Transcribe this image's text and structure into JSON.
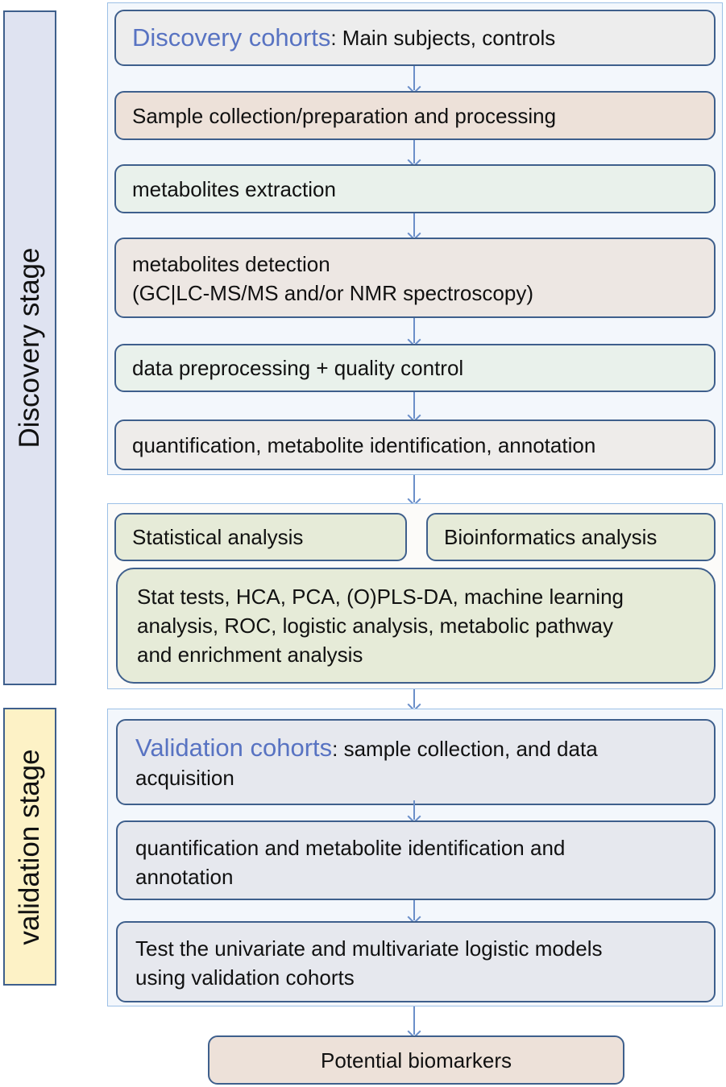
{
  "stages": {
    "discovery": "Discovery stage",
    "validation": "validation stage"
  },
  "discovery": {
    "cohorts_highlight": "Discovery cohorts",
    "cohorts_rest": ": Main subjects, controls",
    "sample": "Sample collection/preparation and processing",
    "extraction": "metabolites extraction",
    "detection_line1": "metabolites detection",
    "detection_line2": "(GC|LC-MS/MS and/or NMR spectroscopy)",
    "preprocessing": "data preprocessing + quality control",
    "quantification": "quantification, metabolite identification, annotation"
  },
  "analysis": {
    "statistical": "Statistical analysis",
    "bioinformatics": "Bioinformatics analysis",
    "methods_line1": "Stat tests, HCA, PCA, (O)PLS-DA, machine learning",
    "methods_line2": "analysis, ROC, logistic analysis, metabolic pathway",
    "methods_line3": "and enrichment analysis"
  },
  "validation": {
    "cohorts_highlight": "Validation cohorts",
    "cohorts_rest": ": sample collection, and data",
    "cohorts_line2": "acquisition",
    "quant_line1": "quantification and metabolite identification and",
    "quant_line2": "annotation",
    "test_line1": "Test the univariate and multivariate logistic models",
    "test_line2": "using validation cohorts"
  },
  "result": "Potential biomarkers",
  "colors": {
    "discovery_stage": "#dfe3f1",
    "validation_stage": "#fdf2c6",
    "border": "#3e5f8c",
    "highlight": "#5873c2",
    "arrow": "#6b8fc9"
  }
}
